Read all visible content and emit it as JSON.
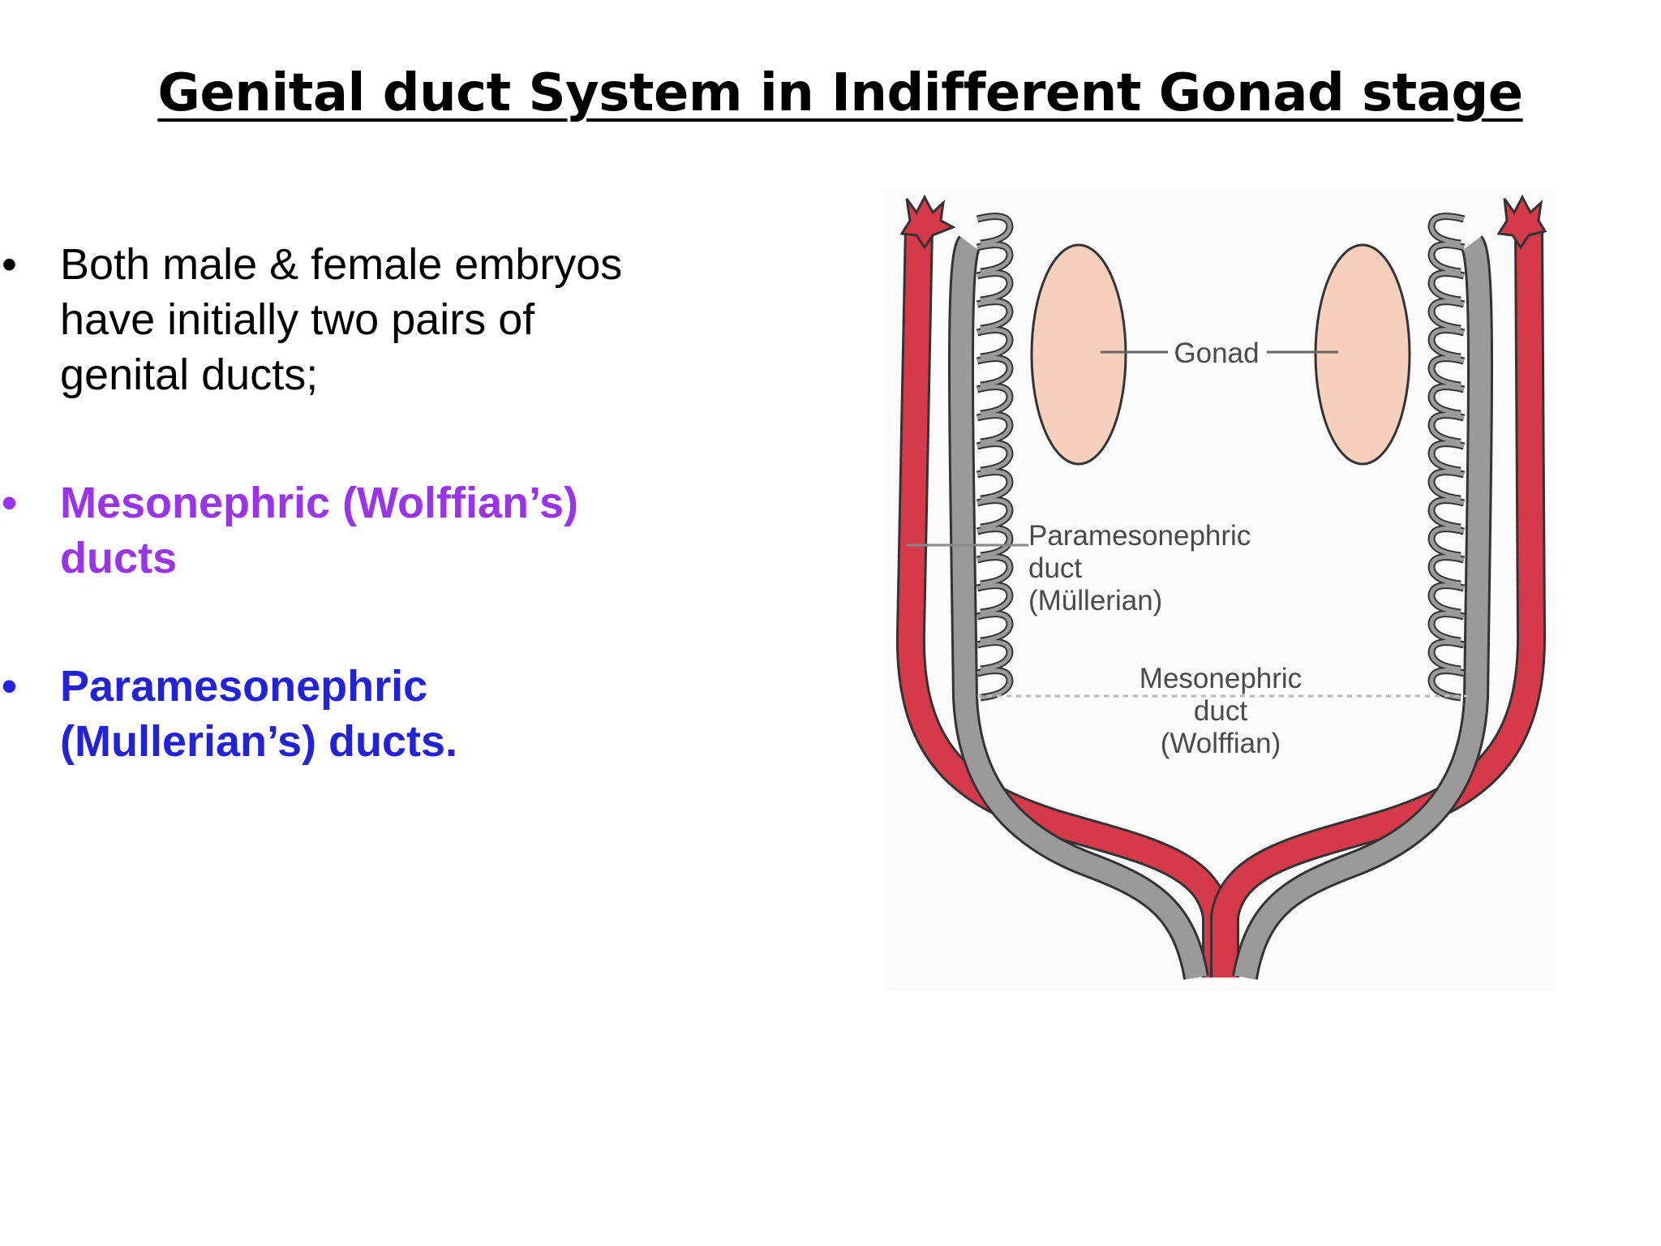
{
  "slide": {
    "title": "Genital duct System in Indifferent Gonad stage",
    "bullets": [
      {
        "marker": "•",
        "text_lines": [
          "Both male & female embryos",
          "have initially two pairs of",
          "genital ducts;"
        ],
        "color": "#000000"
      },
      {
        "marker": "•",
        "text_lines": [
          "Mesonephric (Wolffian’s)",
          "ducts"
        ],
        "color": "#9933ee"
      },
      {
        "marker": "•",
        "text_lines": [
          "Paramesonephric",
          "(Mullerian’s) ducts."
        ],
        "color": "#2222dd"
      }
    ]
  },
  "diagram": {
    "labels": {
      "gonad": "Gonad",
      "paramesonephric": [
        "Paramesonephric",
        "duct",
        "(Müllerian)"
      ],
      "mesonephric": [
        "Mesonephric",
        "duct",
        "(Wolffian)"
      ]
    },
    "colors": {
      "red_duct": "#d63a4a",
      "gray_duct": "#9a9a9a",
      "gonad_fill": "#f6cfbd",
      "outline": "#333333"
    }
  }
}
